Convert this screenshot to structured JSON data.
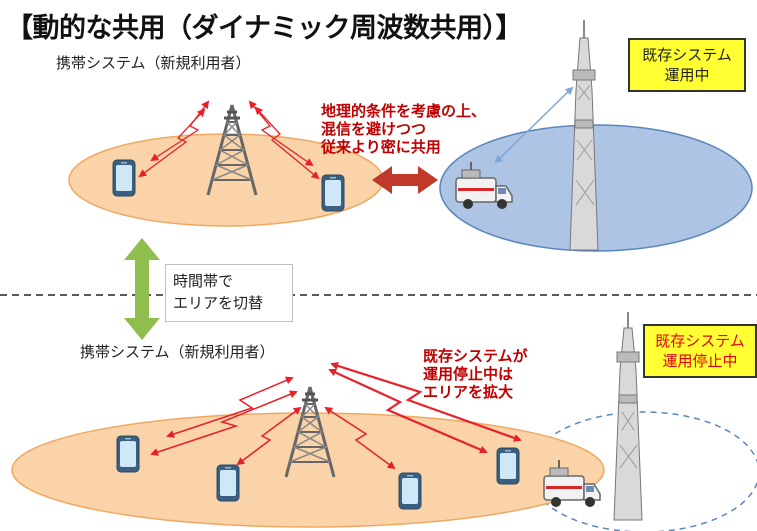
{
  "title": "【動的な共用（ダイナミック周波数共用）】",
  "top": {
    "mobile_label": "携帯システム（新規利用者）",
    "status_lines": [
      "既存システム",
      "運用中"
    ],
    "callout_lines": [
      "地理的条件を考慮の上、",
      "混信を避けつつ",
      "従来より密に共用"
    ]
  },
  "switch_label_lines": [
    "時間帯で",
    "エリアを切替"
  ],
  "bottom": {
    "mobile_label": "携帯システム（新規利用者）",
    "status_lines": [
      "既存システム",
      "運用停止中"
    ],
    "callout_lines": [
      "既存システムが",
      "運用停止中は",
      "エリアを拡大"
    ]
  },
  "colors": {
    "mobile_area_fill": "#fbd3a8",
    "mobile_area_stroke": "#f0a860",
    "existing_area_fill": "#aec4e4",
    "existing_area_stroke": "#5a86bd",
    "signal_arrow": "#e8202a",
    "existing_signal_arrow": "#7fa6d8",
    "interference_arrow": "#c0392b",
    "switch_arrow": "#8fbe4e",
    "status_box": "#ffff33",
    "callout_text": "#c00000",
    "stopped_text": "#e60012"
  }
}
